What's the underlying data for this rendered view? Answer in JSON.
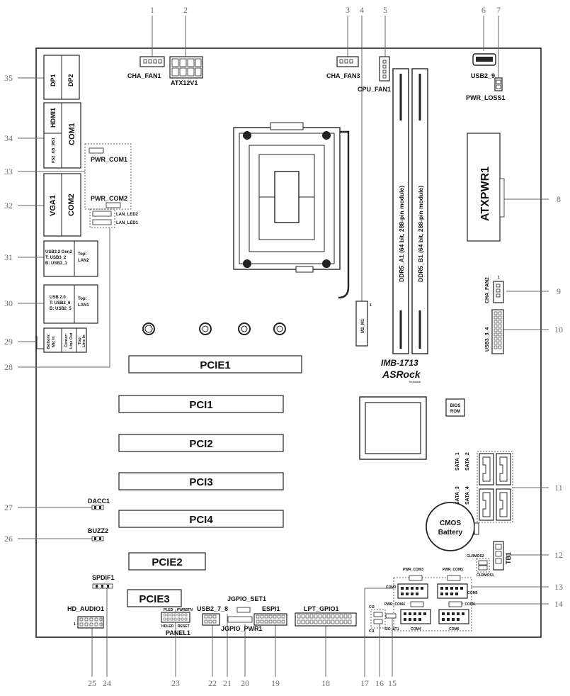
{
  "callouts": {
    "top": [
      {
        "n": "1",
        "label": "CHA_FAN1"
      },
      {
        "n": "2",
        "label": "ATX12V1"
      },
      {
        "n": "3",
        "label": "CHA_FAN3"
      },
      {
        "n": "4",
        "label": "M2_M1"
      },
      {
        "n": "5",
        "label": "CPU_FAN1"
      },
      {
        "n": "6",
        "label": "USB2_9"
      },
      {
        "n": "7",
        "label": "PWR_LOSS1"
      }
    ],
    "right": [
      {
        "n": "8",
        "label": "ATXPWR1"
      },
      {
        "n": "9",
        "label": "CHA_FAN2"
      },
      {
        "n": "10",
        "label": "USB3_3_4"
      },
      {
        "n": "11",
        "label": "SATA"
      },
      {
        "n": "12",
        "label": "TB1"
      },
      {
        "n": "13",
        "label": "CLRMOS1"
      },
      {
        "n": "14",
        "label": "COM3"
      }
    ],
    "bottom": [
      {
        "n": "25",
        "label": "HD_AUDIO1"
      },
      {
        "n": "24",
        "label": "SPDIF1"
      },
      {
        "n": "23",
        "label": "PANEL1"
      },
      {
        "n": "22",
        "label": "USB2_7_8"
      },
      {
        "n": "21",
        "label": "JGPIO_SET1"
      },
      {
        "n": "20",
        "label": "JGPIO_PWR1"
      },
      {
        "n": "19",
        "label": "ESPI1"
      },
      {
        "n": "18",
        "label": "LPT_GPIO1"
      },
      {
        "n": "17",
        "label": "COM3"
      },
      {
        "n": "16",
        "label": "CI2"
      },
      {
        "n": "15",
        "label": "SIO_AT1"
      }
    ],
    "left": [
      {
        "n": "35",
        "label": "DP"
      },
      {
        "n": "34",
        "label": "COM1"
      },
      {
        "n": "33",
        "label": "PWR_COM"
      },
      {
        "n": "32",
        "label": "VGA1"
      },
      {
        "n": "31",
        "label": "USB3"
      },
      {
        "n": "30",
        "label": "USB2"
      },
      {
        "n": "29",
        "label": "Audio"
      },
      {
        "n": "28",
        "label": "LAN_LED"
      },
      {
        "n": "27",
        "label": "DACC1"
      },
      {
        "n": "26",
        "label": "BUZZ2"
      }
    ]
  },
  "labels": {
    "cha_fan1": "CHA_FAN1",
    "atx12v1": "ATX12V1",
    "cha_fan3": "CHA_FAN3",
    "cpu_fan1": "CPU_FAN1",
    "usb2_9": "USB2_9",
    "pwr_loss1": "PWR_LOSS1",
    "m2_m1": "M2_M1",
    "m2_pin": "1",
    "dimm_a1": "DDR5_A1 (64 bit, 288-pin module)",
    "dimm_b1": "DDR5_B1 (64 bit, 288-pin module)",
    "atxpwr1": "ATXPWR1",
    "cha_fan2": "CHA_FAN2",
    "usb3_3_4": "USB3_3_4",
    "model": "IMB-1713",
    "brand": "ASRock",
    "brand_sub": "Industrial",
    "bios_line1": "BIOS",
    "bios_line2": "ROM",
    "sata1": "SATA_1",
    "sata2": "SATA_2",
    "sata3": "SATA_3",
    "sata4": "SATA_4",
    "cmos_line1": "CMOS",
    "cmos_line2": "Battery",
    "clrmos2": "CLRMOS2",
    "clrmos1": "CLRMOS1",
    "tb1": "TB1",
    "pwr_com3": "PWR_COM3",
    "pwr_com5": "PWR_COM5",
    "pwr_com4": "PWR_COM4",
    "pwr_com6": "PWR_COM6",
    "com3": "COM3",
    "com5": "COM5",
    "com4": "COM4",
    "com6": "COM6",
    "ci2": "CI2",
    "ci1": "CI1",
    "sio_at1": "SIO_AT1",
    "lpt_gpio1": "LPT_GPIO1",
    "espi1": "ESPI1",
    "jgpio_set1": "JGPIO_SET1",
    "jgpio_pwr1": "JGPIO_PWR1",
    "usb2_7_8": "USB2_7_8",
    "panel1": "PANEL1",
    "pled": "PLED",
    "pwrbtn": "PWRBTN",
    "hdled": "HDLED",
    "reset": "RESET",
    "hd_audio1": "HD_AUDIO1",
    "spdif1": "SPDIF1",
    "buzz2": "BUZZ2",
    "dacc1": "DACC1",
    "pcie1": "PCIE1",
    "pci1": "PCI1",
    "pci2": "PCI2",
    "pci3": "PCI3",
    "pci4": "PCI4",
    "pcie2": "PCIE2",
    "pcie3": "PCIE3",
    "dp1": "DP1",
    "dp2": "DP2",
    "hdmi1": "HDMI1",
    "com1": "COM1",
    "ps2": "PS2_KB_MS1",
    "vga1": "VGA1",
    "com2": "COM2",
    "pwr_com1": "PWR_COM1",
    "pwr_com2": "PWR_COM2",
    "lan_led2": "LAN_LED2",
    "lan_led1": "LAN_LED1",
    "usb32_l1": "USB3.2 Gen2",
    "usb32_l2": "T: USB3_2",
    "usb32_l3": "B: USB3_1",
    "lan2_l1": "Top:",
    "lan2_l2": "LAN2",
    "usb20_l1": "USB 2.0",
    "usb20_l2": "T: USB2_6",
    "usb20_l3": "B: USB2_5",
    "lan1_l1": "Top:",
    "lan1_l2": "LAN1",
    "audio_l1": "Center:",
    "audio_l2": "Line Out",
    "audio_l3": "Bottom:",
    "audio_l4": "Mic In",
    "audio_r1": "Top:",
    "audio_r2": "Line In",
    "pin1": "1"
  }
}
